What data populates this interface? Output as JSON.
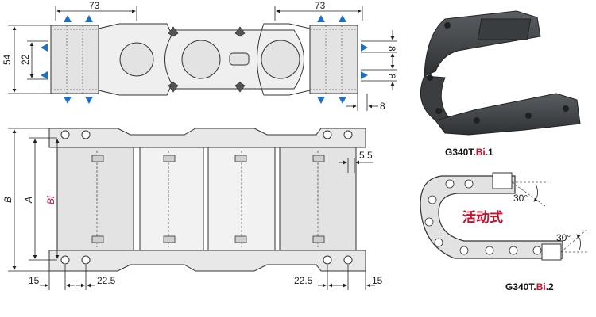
{
  "colors": {
    "accent": "#c8102e",
    "marker": "#1f6fc6",
    "part_fill": "#e3e3e3",
    "line": "#333333",
    "chain_dark": "#3f4245"
  },
  "dimensions": {
    "top_width_left": "73",
    "top_width_right": "73",
    "height_54": "54",
    "height_22": "22",
    "gap_8_a": "8",
    "gap_8_b": "8",
    "gap_8_c": "8",
    "offset_5_5": "5.5",
    "label_B": "B",
    "label_A": "A",
    "label_Bi": "Bi",
    "bottom_15_left": "15",
    "bottom_22_5_left": "22.5",
    "bottom_22_5_right": "22.5",
    "bottom_15_right": "15"
  },
  "captions": {
    "photo_caption_prefix": "G340T.",
    "photo_caption_accent": "Bi",
    "photo_caption_suffix": ".1",
    "schematic_caption_prefix": "G340T.",
    "schematic_caption_accent": "Bi",
    "schematic_caption_suffix": ".2",
    "movable_label": "活动式",
    "angle_top": "30°",
    "angle_bottom": "30°"
  }
}
